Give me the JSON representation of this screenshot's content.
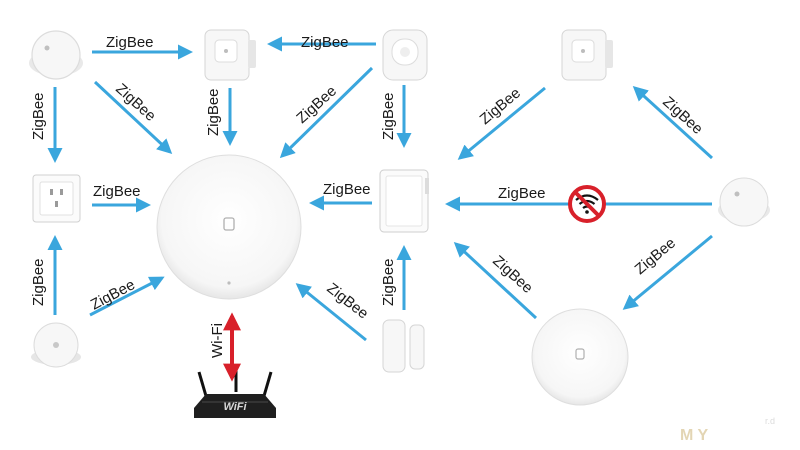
{
  "protocol_label": "ZigBee",
  "wifi_label": "Wi-Fi",
  "router_label": "WiFi",
  "watermark": "M Y",
  "watermark_small": "r.d",
  "colors": {
    "arrow": "#3aa6dd",
    "wifi_arrow": "#d8202a",
    "blocked": "#d8202a"
  },
  "icons": {
    "blocked": "no-wifi-icon"
  }
}
